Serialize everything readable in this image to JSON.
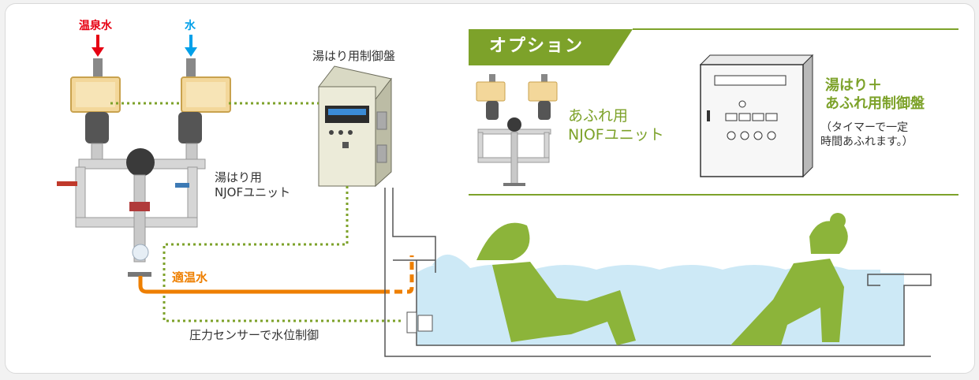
{
  "inputs": {
    "hot_spring_water": "温泉水",
    "water": "水"
  },
  "left_unit_label": [
    "湯はり用",
    "NJOFユニット"
  ],
  "control_panel_label": "湯はり用制御盤",
  "warm_water_label": "適温水",
  "pressure_sensor_label": "圧力センサーで水位制御",
  "option": {
    "title": "オプション",
    "unit_label": [
      "あふれ用",
      "NJOFユニット"
    ],
    "panel_title": [
      "湯はり＋",
      "あふれ用制御盤"
    ],
    "panel_note": [
      "（タイマーで一定",
      "時間あふれます。）"
    ]
  },
  "colors": {
    "accent_green": "#7da22a",
    "hot_red": "#e60012",
    "cold_blue": "#00a0e9",
    "warm_orange": "#ee7f00",
    "water_blue": "#cde9f6",
    "figure_green": "#8cb43a"
  }
}
